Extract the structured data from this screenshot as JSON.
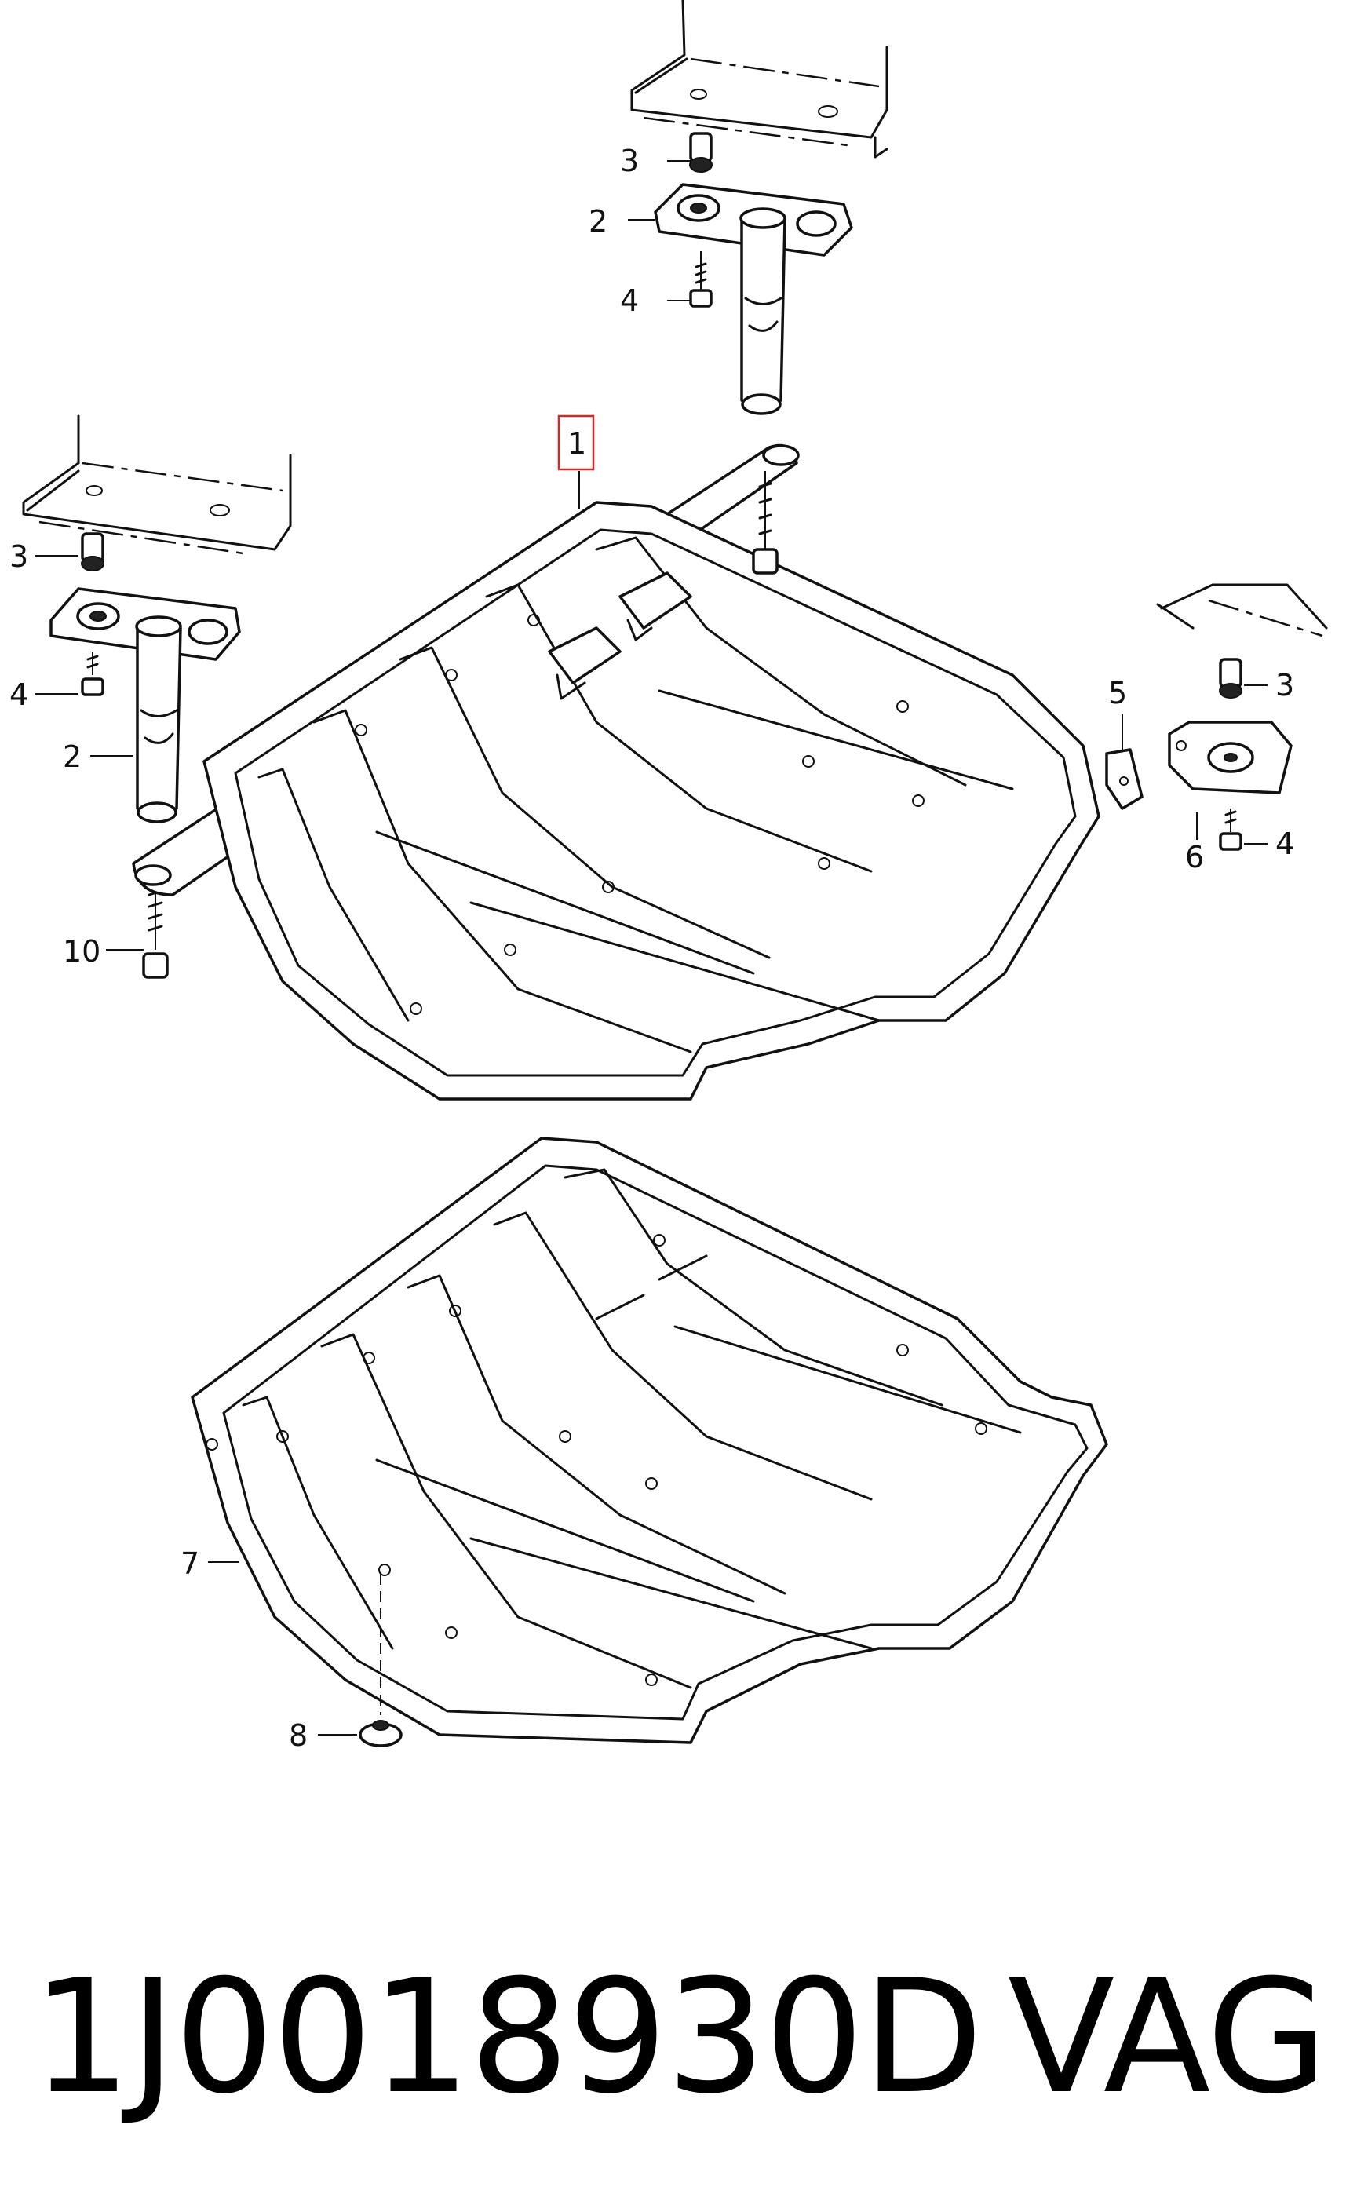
{
  "callouts": {
    "c1": "1",
    "c2a": "2",
    "c2b": "2",
    "c3a": "3",
    "c3b": "3",
    "c3c": "3",
    "c4a": "4",
    "c4b": "4",
    "c4c": "4",
    "c5": "5",
    "c6": "6",
    "c7": "7",
    "c8": "8",
    "c10": "10"
  },
  "footer": {
    "part_number": "1J0018930D",
    "brand": "VAG"
  }
}
